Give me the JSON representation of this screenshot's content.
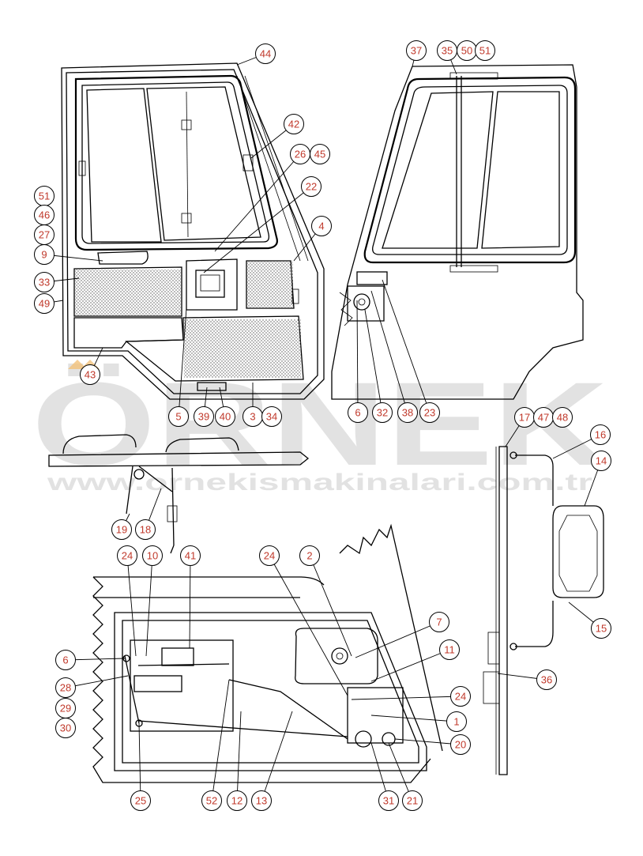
{
  "watermark": {
    "brand": "ÖRNEK",
    "url": "www.ornekismakinalari.com.tr"
  },
  "callouts": [
    "44",
    "42",
    "26",
    "45",
    "22",
    "4",
    "51",
    "46",
    "27",
    "9",
    "33",
    "49",
    "43",
    "5",
    "39",
    "40",
    "3",
    "34",
    "37",
    "35",
    "50",
    "51",
    "6",
    "32",
    "38",
    "23",
    "17",
    "47",
    "48",
    "16",
    "14",
    "15",
    "36",
    "19",
    "18",
    "24",
    "10",
    "41",
    "24",
    "2",
    "7",
    "11",
    "6",
    "28",
    "29",
    "30",
    "24",
    "1",
    "20",
    "25",
    "52",
    "12",
    "13",
    "31",
    "21"
  ]
}
